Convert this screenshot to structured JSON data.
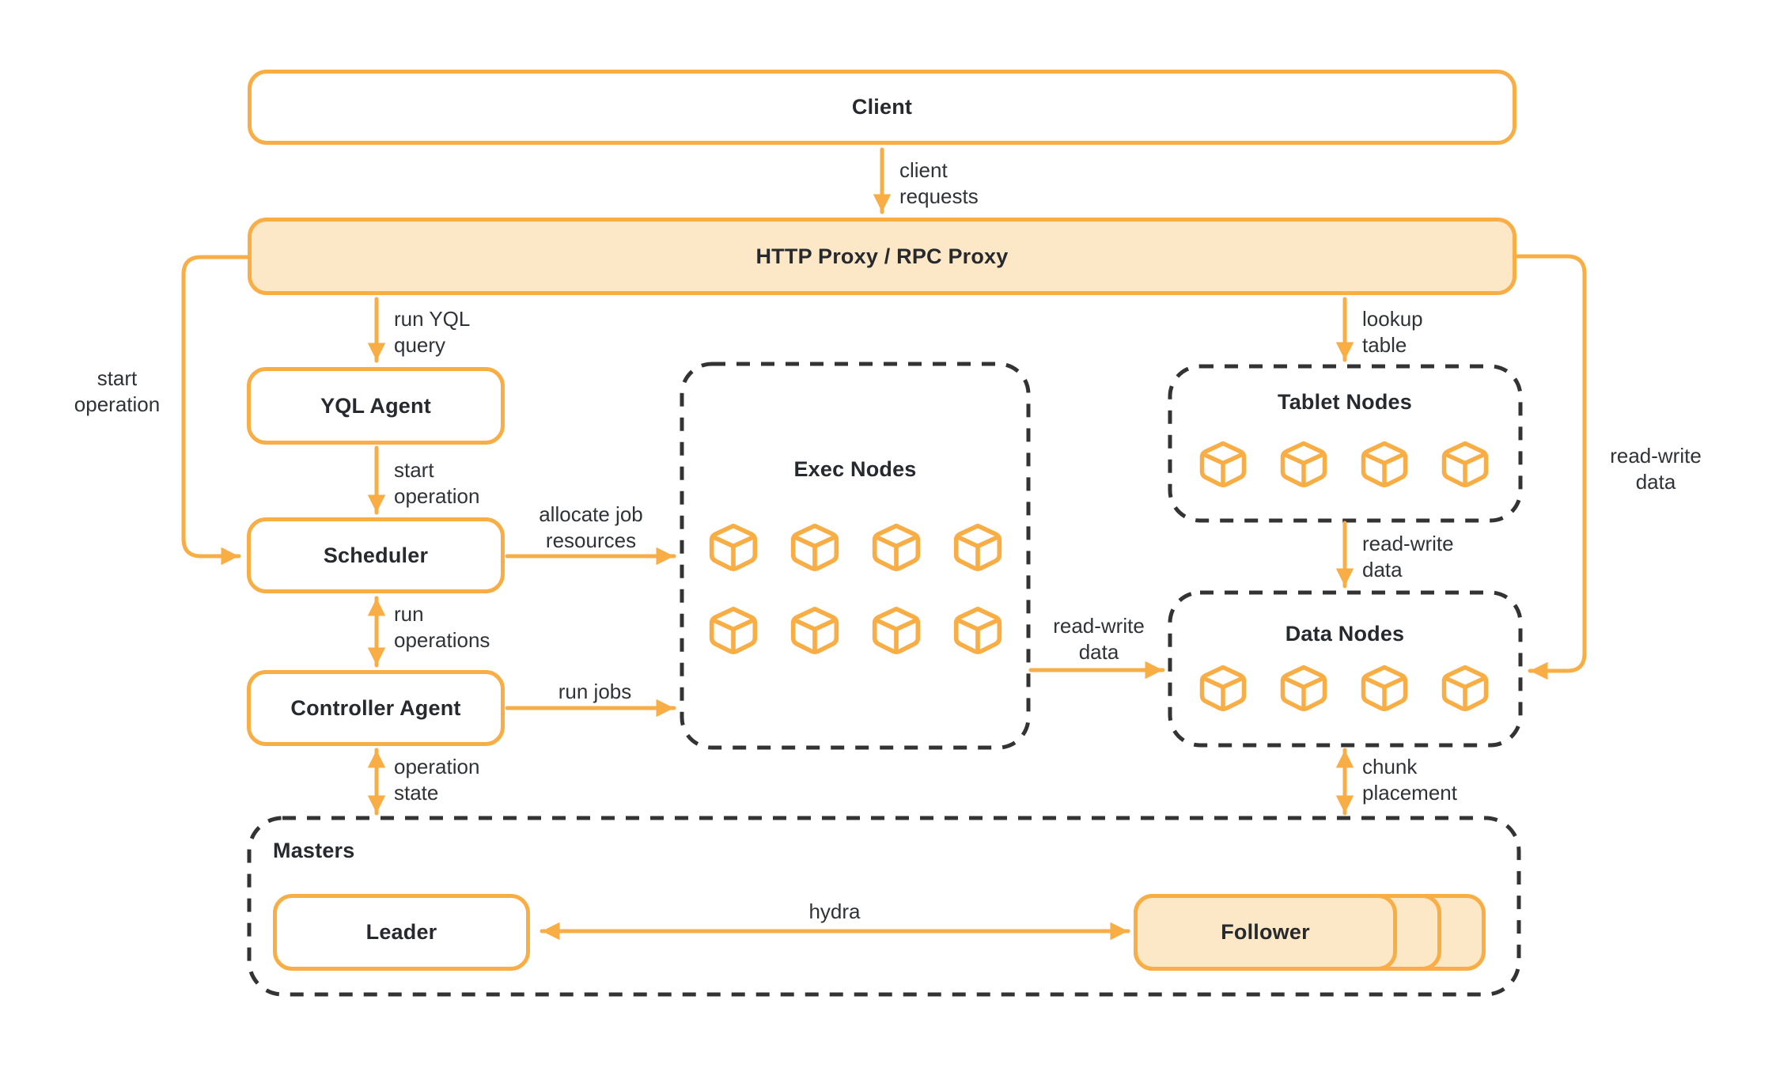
{
  "palette": {
    "orange": "#F9AE45",
    "peach_fill": "#FCE7C7",
    "text_ink": "#2F3338",
    "dashed_border": "#333333"
  },
  "nodes": {
    "client": {
      "label": "Client"
    },
    "proxy": {
      "label": "HTTP Proxy / RPC Proxy"
    },
    "yql_agent": {
      "label": "YQL Agent"
    },
    "scheduler": {
      "label": "Scheduler"
    },
    "controller_agent": {
      "label": "Controller Agent"
    },
    "exec_nodes": {
      "label": "Exec Nodes",
      "cube_rows": [
        4,
        4
      ]
    },
    "tablet_nodes": {
      "label": "Tablet Nodes",
      "cube_rows": [
        4
      ]
    },
    "data_nodes": {
      "label": "Data Nodes",
      "cube_rows": [
        4
      ]
    },
    "masters": {
      "label": "Masters"
    },
    "leader": {
      "label": "Leader"
    },
    "follower": {
      "label": "Follower",
      "stack_count": 3
    }
  },
  "edges": {
    "client_requests": "client\nrequests",
    "run_yql_query": "run YQL\nquery",
    "start_operation_left": "start\noperation",
    "start_operation": "start\noperation",
    "allocate_job_resources": "allocate job\nresources",
    "run_operations": "run\noperations",
    "run_jobs": "run jobs",
    "operation_state": "operation\nstate",
    "lookup_table": "lookup\ntable",
    "read_write_tablet": "read-write\ndata",
    "read_write_exec": "read-write\ndata",
    "read_write_right": "read-write\ndata",
    "chunk_placement": "chunk\nplacement",
    "hydra": "hydra"
  }
}
